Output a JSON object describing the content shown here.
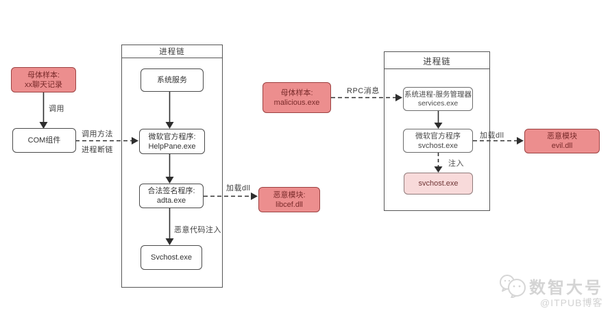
{
  "colors": {
    "red_fill": "#ec8e8e",
    "red_border": "#9c4040",
    "red_text": "#792a2a",
    "pink_fill": "#f8dada",
    "box_border": "#4a4a4a",
    "arrow": "#2e2e2e",
    "watermark": "#d4d4d4"
  },
  "left_flow": {
    "parent_sample": {
      "line1": "母体样本:",
      "line2": "xx聊天记录"
    },
    "call_label": "调用",
    "com_box": "COM组件",
    "call_method_label": "调用方法",
    "chain_break_label": "进程断链"
  },
  "chain1": {
    "title": "进程链",
    "system_service": "系统服务",
    "ms_official": {
      "line1": "微软官方程序:",
      "line2": "HelpPane.exe"
    },
    "legit_signed": {
      "line1": "合法签名程序:",
      "line2": "adta.exe"
    },
    "load_dll_label": "加载dll",
    "inject_label": "恶意代码注入",
    "svchost": "Svchost.exe"
  },
  "libcef_box": {
    "line1": "恶意模块:",
    "line2": "libcef.dll"
  },
  "mid_flow": {
    "parent_sample": {
      "line1": "母体样本:",
      "line2": "malicious.exe"
    },
    "rpc_label": "RPC消息"
  },
  "chain2": {
    "title": "进程链",
    "services": {
      "line1": "系统进程-服务管理器",
      "line2": "services.exe"
    },
    "ms_official": {
      "line1": "微软官方程序",
      "line2": "svchost.exe"
    },
    "load_dll_label": "加载dll",
    "inject_label": "注入",
    "svchost_injected": "svchost.exe"
  },
  "evil_box": {
    "line1": "恶意模块",
    "line2": "evil.dll"
  },
  "watermark": {
    "brand": "数智大号",
    "credit": "@ITPUB博客"
  }
}
